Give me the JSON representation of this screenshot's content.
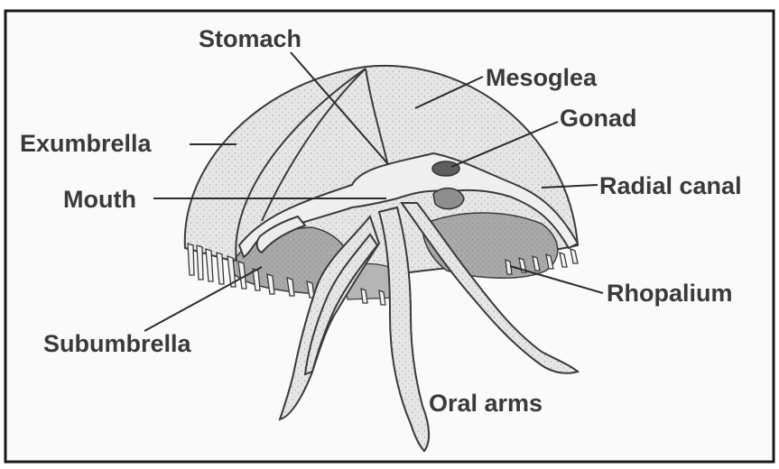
{
  "diagram": {
    "labels": {
      "stomach": "Stomach",
      "mesoglea": "Mesoglea",
      "gonad": "Gonad",
      "exumbrella": "Exumbrella",
      "mouth": "Mouth",
      "radial_canal": "Radial canal",
      "rhopalium": "Rhopalium",
      "subumbrella": "Subumbrella",
      "oral_arms": "Oral arms"
    }
  }
}
